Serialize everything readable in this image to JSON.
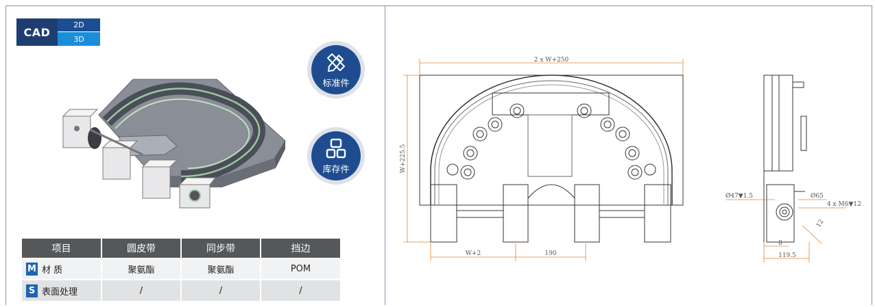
{
  "cad": {
    "label": "CAD",
    "option_2d": "2D",
    "option_3d": "3D"
  },
  "badges": {
    "standard": {
      "label": "标准件",
      "icon": "pencil-ruler-icon"
    },
    "stock": {
      "label": "库存件",
      "icon": "grid-blocks-icon"
    }
  },
  "table": {
    "headers": [
      "项目",
      "圆皮带",
      "同步带",
      "挡边"
    ],
    "rows": [
      {
        "letter": "M",
        "label": "材 质",
        "values": [
          "聚氨酯",
          "聚氨酯",
          "POM"
        ]
      },
      {
        "letter": "S",
        "label": "表面处理",
        "values": [
          "/",
          "/",
          "/"
        ]
      }
    ]
  },
  "drawing": {
    "dims": {
      "top_width": "2 x W+250",
      "left_height": "W+225.5",
      "bottom_left": "W+2",
      "bottom_mid": "190",
      "shaft_dia": "Ø47▼1.5",
      "bore_dia": "Ø65",
      "holes": "4 x M6▼12",
      "side_small": "12",
      "side_offset": "8",
      "side_width": "119.5"
    }
  },
  "colors": {
    "navy": "#1f4c90",
    "blue": "#1b8ed8",
    "dim": "#e8802c",
    "table_header": "#555759"
  }
}
